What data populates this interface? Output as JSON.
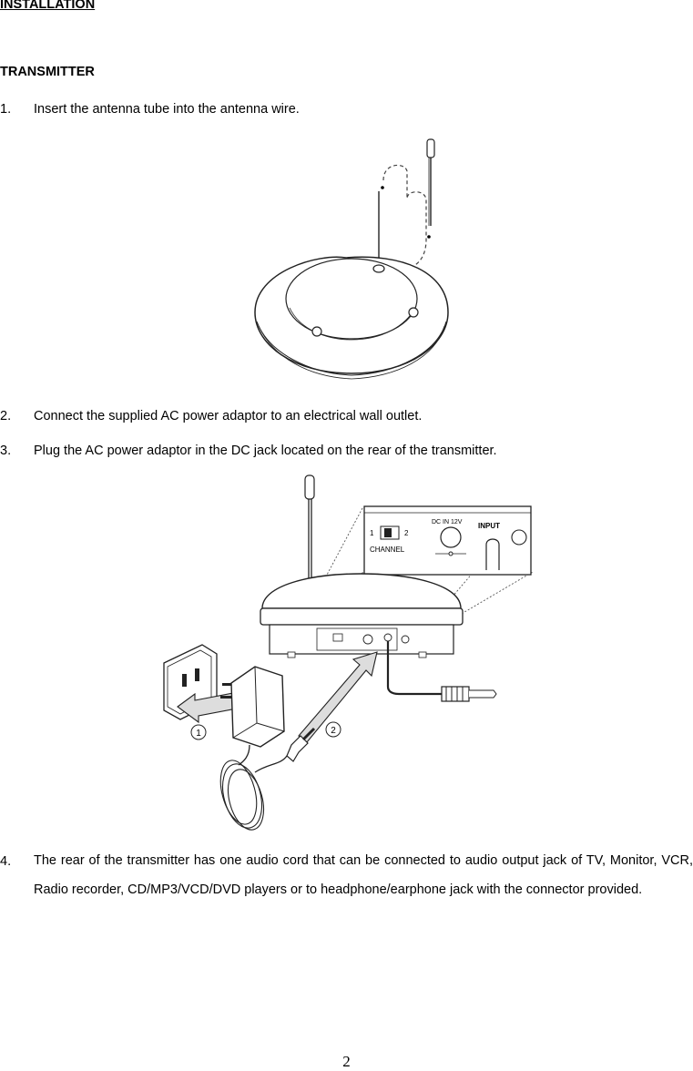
{
  "section_title": "INSTALLATION",
  "subsection_title": "TRANSMITTER",
  "steps": [
    {
      "num": "1.",
      "text": "Insert the antenna tube into the antenna wire."
    },
    {
      "num": "2.",
      "text": "Connect the supplied AC power adaptor to an electrical wall outlet."
    },
    {
      "num": "3.",
      "text": "Plug the AC power adaptor in the DC jack located on the rear of the transmitter."
    },
    {
      "num": "4.",
      "text": "The rear of the transmitter has one audio cord that can be connected to audio output jack of TV, Monitor, VCR, Radio recorder, CD/MP3/VCD/DVD players or to headphone/earphone jack with the connector provided."
    }
  ],
  "figure2": {
    "panel_dc_label": "DC IN 12V",
    "panel_input_label": "INPUT",
    "panel_channel_label": "CHANNEL",
    "panel_ch1": "1",
    "panel_ch2": "2",
    "callout1": "1",
    "callout2": "2"
  },
  "page_number": "2"
}
